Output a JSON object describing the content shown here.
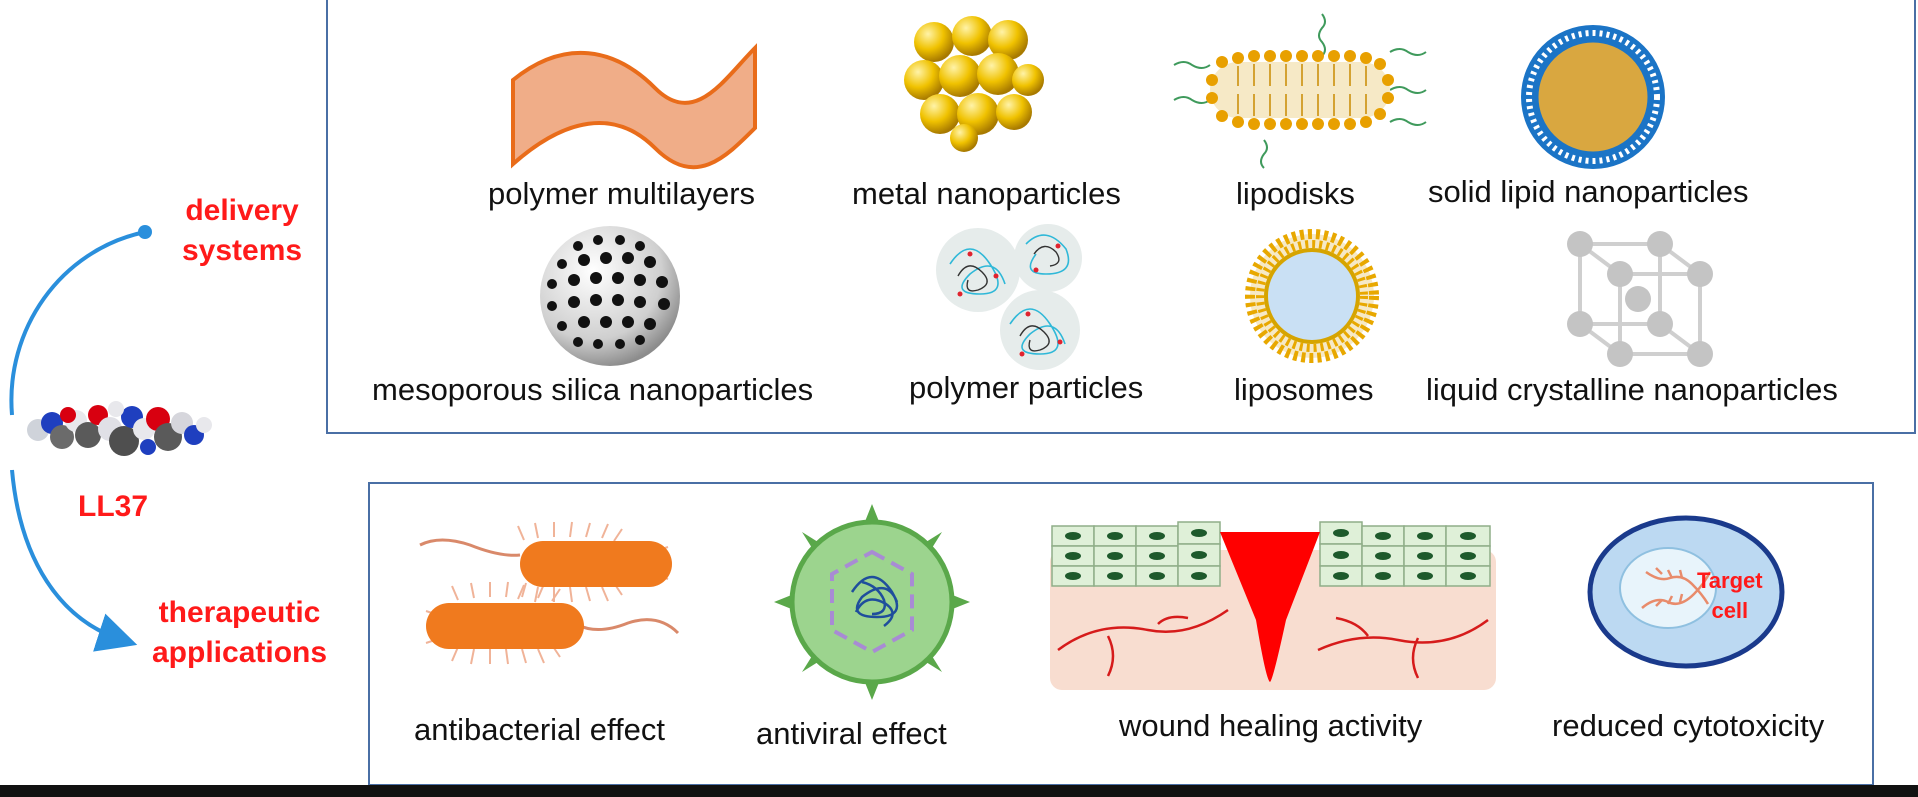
{
  "peptide": {
    "name": "LL37"
  },
  "branches": {
    "delivery": [
      "delivery",
      "systems"
    ],
    "therapeutic": [
      "therapeutic",
      "applications"
    ]
  },
  "delivery_systems": [
    "polymer multilayers",
    "metal nanoparticles",
    "lipodisks",
    "solid lipid nanoparticles",
    "mesoporous silica nanoparticles",
    "polymer particles",
    "liposomes",
    "liquid crystalline nanoparticles"
  ],
  "therapeutic_applications": [
    "antibacterial effect",
    "antiviral effect",
    "wound healing activity",
    "reduced cytotoxicity"
  ],
  "target_cell_label": [
    "Target",
    "cell"
  ],
  "colors": {
    "label_red": "#ff1a1a",
    "panel_border": "#4a6fa5",
    "arrow_blue": "#2a8fdc",
    "bacteria_orange": "#f07a1e",
    "gold": "#e8b400",
    "wound_red": "#ff0000"
  }
}
